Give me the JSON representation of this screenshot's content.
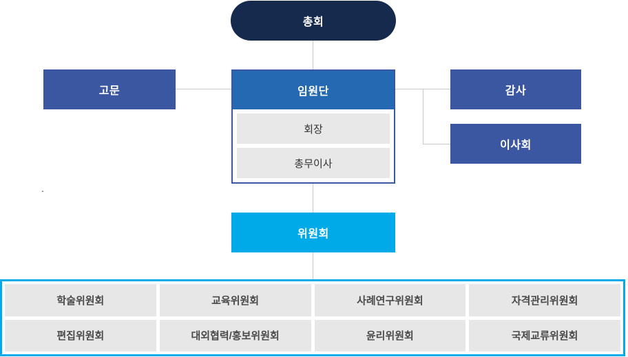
{
  "colors": {
    "navy": "#152a4c",
    "blue": "#3b57a1",
    "header_blue": "#2569b2",
    "cyan": "#00aae8",
    "gray_box": "#e7e7e7",
    "line_gray": "#c9c9c9"
  },
  "org_chart": {
    "top": {
      "label": "총회"
    },
    "advisor": {
      "label": "고문"
    },
    "executive": {
      "label": "임원단",
      "members": [
        {
          "label": "회장"
        },
        {
          "label": "총무이사"
        }
      ]
    },
    "auditor": {
      "label": "감사"
    },
    "board": {
      "label": "이사회"
    },
    "committee": {
      "label": "위원회"
    },
    "committees": [
      {
        "label": "학술위원회"
      },
      {
        "label": "교육위원회"
      },
      {
        "label": "사례연구위원회"
      },
      {
        "label": "자격관리위원회"
      },
      {
        "label": "편집위원회"
      },
      {
        "label": "대외협력/홍보위원회"
      },
      {
        "label": "윤리위원회"
      },
      {
        "label": "국제교류위원회"
      }
    ],
    "stray_mark": "."
  }
}
